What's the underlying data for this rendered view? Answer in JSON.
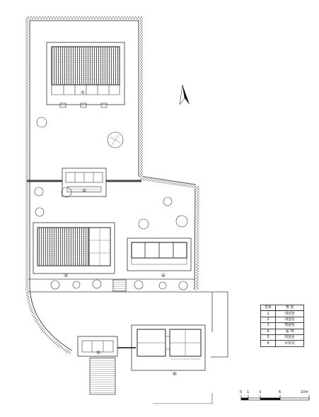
{
  "legend": {
    "header": {
      "no": "번호",
      "name": "명 칭"
    },
    "rows": [
      {
        "no": "1",
        "name": "대성전"
      },
      {
        "no": "2",
        "name": "내삼문"
      },
      {
        "no": "3",
        "name": "명륜당"
      },
      {
        "no": "4",
        "name": "동 재"
      },
      {
        "no": "5",
        "name": "외삼문"
      },
      {
        "no": "6",
        "name": "수직사"
      }
    ]
  },
  "scale": {
    "labels": [
      "0",
      "1",
      "3",
      "6",
      "10m"
    ]
  },
  "building_markers": [
    "①",
    "②",
    "③",
    "④",
    "⑤",
    "⑥"
  ]
}
